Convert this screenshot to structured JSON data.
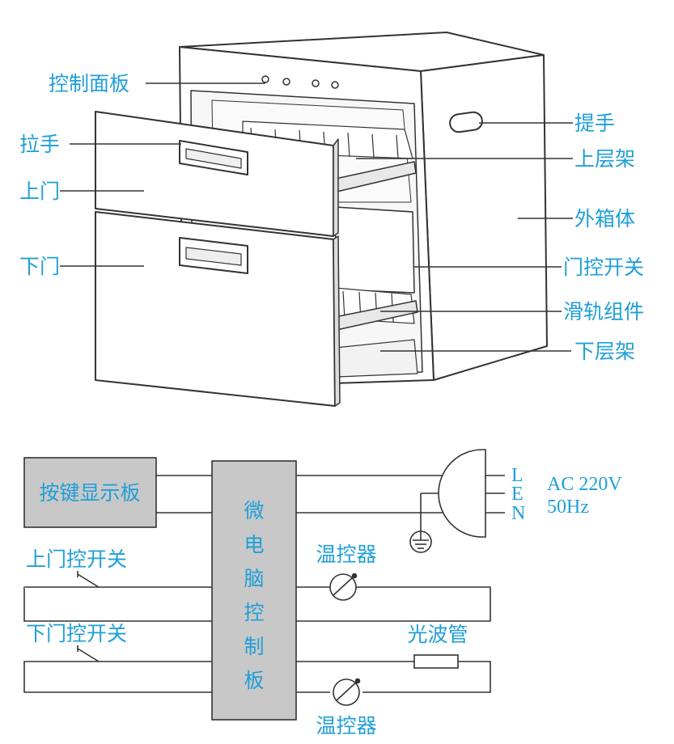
{
  "cabinet_labels": {
    "control_panel": "控制面板",
    "handle": "拉手",
    "upper_door": "上门",
    "lower_door": "下门",
    "carry_handle": "提手",
    "upper_rack": "上层架",
    "outer_box": "外箱体",
    "door_switch": "门控开关",
    "slide_rail": "滑轨组件",
    "lower_rack": "下层架"
  },
  "circuit": {
    "key_display_board": "按键显示板",
    "microcomputer_board_chars": [
      "微",
      "电",
      "脑",
      "控",
      "制",
      "板"
    ],
    "upper_door_switch": "上门控开关",
    "lower_door_switch": "下门控开关",
    "thermostat_top": "温控器",
    "thermostat_bottom": "温控器",
    "light_wave_tube": "光波管",
    "plug_pins": [
      "L",
      "E",
      "N"
    ],
    "power_voltage": "AC 220V",
    "power_frequency": "50Hz"
  },
  "colors": {
    "label_blue": "#1f9fd8",
    "line": "#333333",
    "board_fill": "#c8c8c8"
  }
}
